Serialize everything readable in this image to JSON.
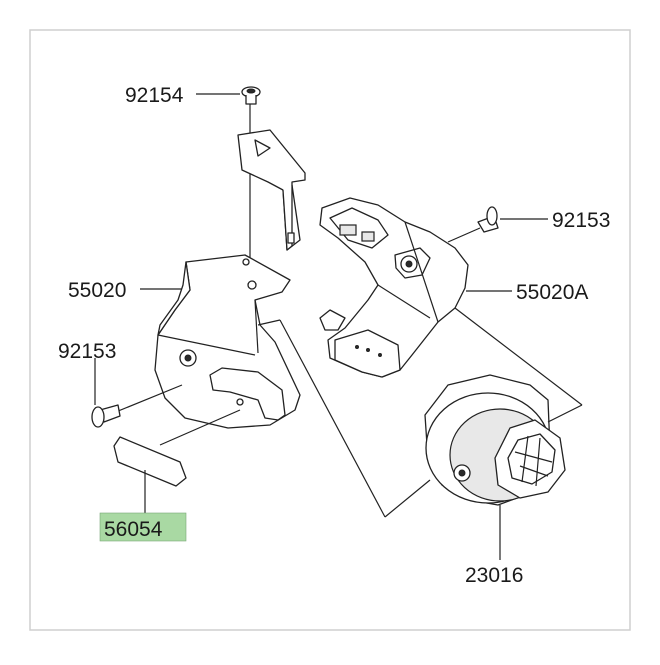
{
  "diagram": {
    "border_color": "#cfcfcf",
    "highlight_color": "#a9d9a3",
    "labels": {
      "screw_top": "92154",
      "screw_right": "92153",
      "cover_left": "55020",
      "cover_right": "55020A",
      "screw_left": "92153",
      "reflector": "56054",
      "horn": "23016"
    }
  }
}
